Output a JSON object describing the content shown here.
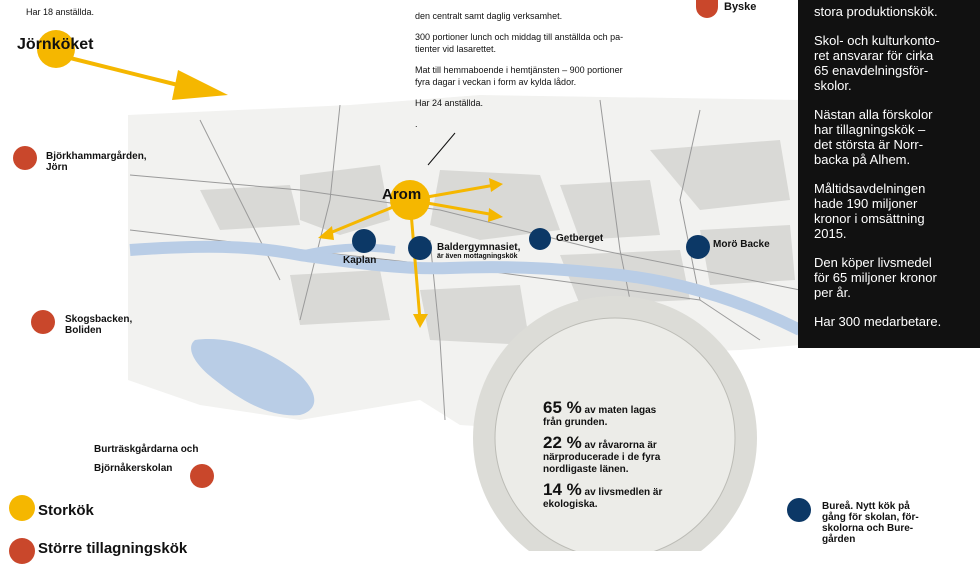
{
  "top_left_note": "Har 18 anställda.",
  "jornkoket_label": "Jörnköket",
  "center_text": [
    "den centralt samt daglig verksamhet.",
    "300 portioner lunch och middag till anställda och pa-",
    "tienter vid lasarettet.",
    "Mat till hemmaboende i hemtjänsten – 900 portioner",
    "fyra dagar i veckan i form av kylda lådor.",
    "Har 24 anställda.",
    "."
  ],
  "byske_label": "Byske",
  "sidebar": {
    "lines": [
      "stora produktionskök.",
      "Skol- och kulturkonto-\nret ansvarar för cirka\n65 enavdelningsför-\nskolor.",
      "Nästan alla förskolor\nhar tillagningskök –\ndet största är Norr-\nbacka på Alhem.",
      "Måltidsavdelningen\nhade 190 miljoner\nkronor i omsättning\n2015.",
      "Den köper livsmedel\nför 65 miljoner kronor\nper år.",
      "Har 300 medarbetare."
    ]
  },
  "places": {
    "bjorkhammar": "Björkhammargården,\nJörn",
    "skogsbacken": "Skogsbacken,\nBoliden",
    "burtrask": "Burträskgårdarna och\nBjörnåkerskolan",
    "arom": "Arom",
    "kaplan": "Kaplan",
    "balder": "Baldergymnasiet,",
    "balder_sub": "är även mottagningskök",
    "getberget": "Getberget",
    "moro": "Morö Backe",
    "burea": "Bureå. Nytt kök på\ngång för skolan, för-\nskolorna och Bure-\ngården"
  },
  "stats": [
    {
      "pct": "65 %",
      "text": "av maten lagas\nfrån grunden."
    },
    {
      "pct": "22 %",
      "text": "av råvarorna är\nnärproducerade i de fyra\nnordligaste länen."
    },
    {
      "pct": "14 %",
      "text": "av livsmedlen är\nekologiska."
    }
  ],
  "legend": {
    "storkok": "Storkök",
    "storre": "Större tillagningskök"
  },
  "colors": {
    "orange": "#c9472b",
    "navy": "#0c3866",
    "gold": "#f5b700",
    "water": "#b9cde6"
  }
}
